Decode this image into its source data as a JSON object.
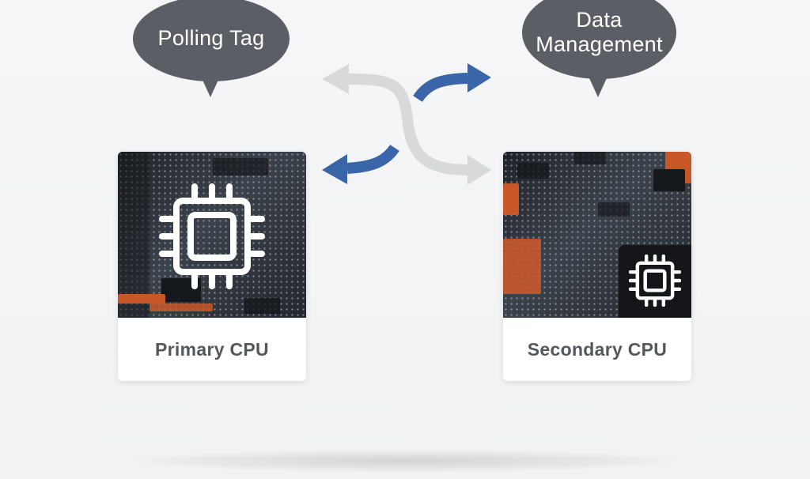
{
  "bubbles": {
    "left": "Polling Tag",
    "right_line1": "Data",
    "right_line2": "Management"
  },
  "cards": {
    "primary": {
      "label": "Primary CPU",
      "icon": "cpu-chip-icon"
    },
    "secondary": {
      "label": "Secondary CPU",
      "icon": "cpu-chip-icon"
    }
  },
  "arrows": {
    "blue_color": "#3a65a8",
    "gray_color": "#d8d9db",
    "bubble_color": "#5b5e64"
  }
}
